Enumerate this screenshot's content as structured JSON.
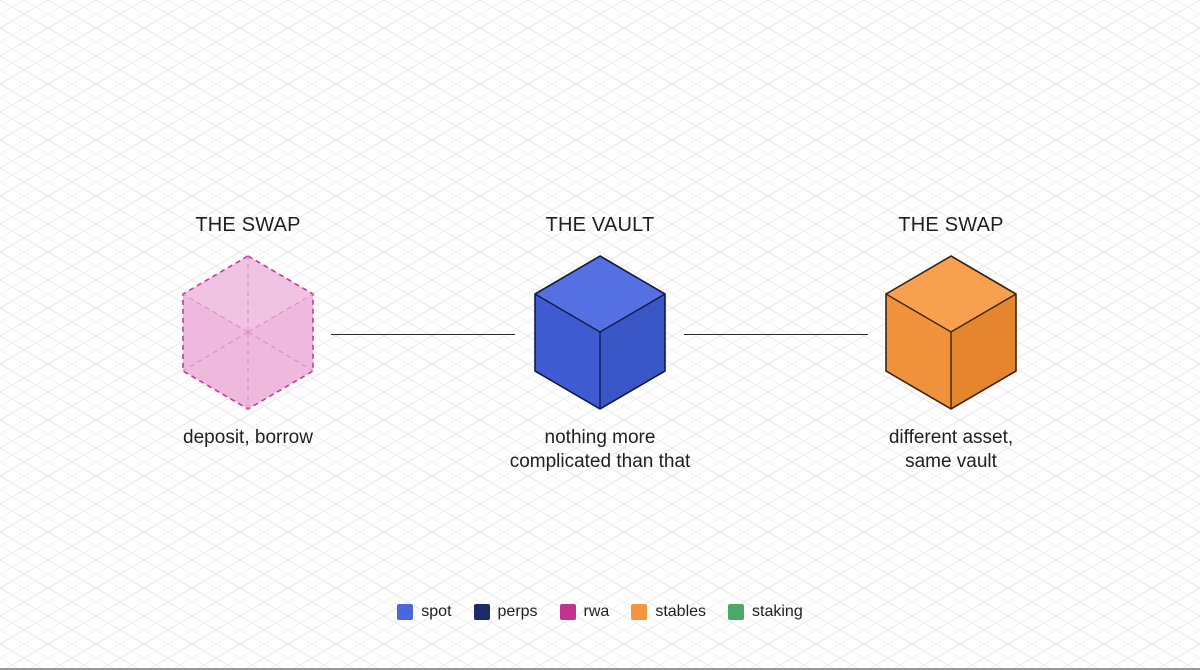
{
  "nodes": [
    {
      "title": "THE SWAP",
      "caption": [
        "deposit, borrow"
      ],
      "color": "#e27bc4",
      "style": "dashed-outline"
    },
    {
      "title": "THE VAULT",
      "caption": [
        "nothing more",
        "complicated than that"
      ],
      "color": "#4b63d8",
      "style": "solid"
    },
    {
      "title": "THE SWAP",
      "caption": [
        "different asset,",
        "same vault"
      ],
      "color": "#f2923e",
      "style": "solid"
    }
  ],
  "legend": [
    {
      "label": "spot",
      "color": "#4a68dc"
    },
    {
      "label": "perps",
      "color": "#1c2a66"
    },
    {
      "label": "rwa",
      "color": "#c0338f"
    },
    {
      "label": "stables",
      "color": "#f3963f"
    },
    {
      "label": "staking",
      "color": "#4ca86a"
    }
  ]
}
